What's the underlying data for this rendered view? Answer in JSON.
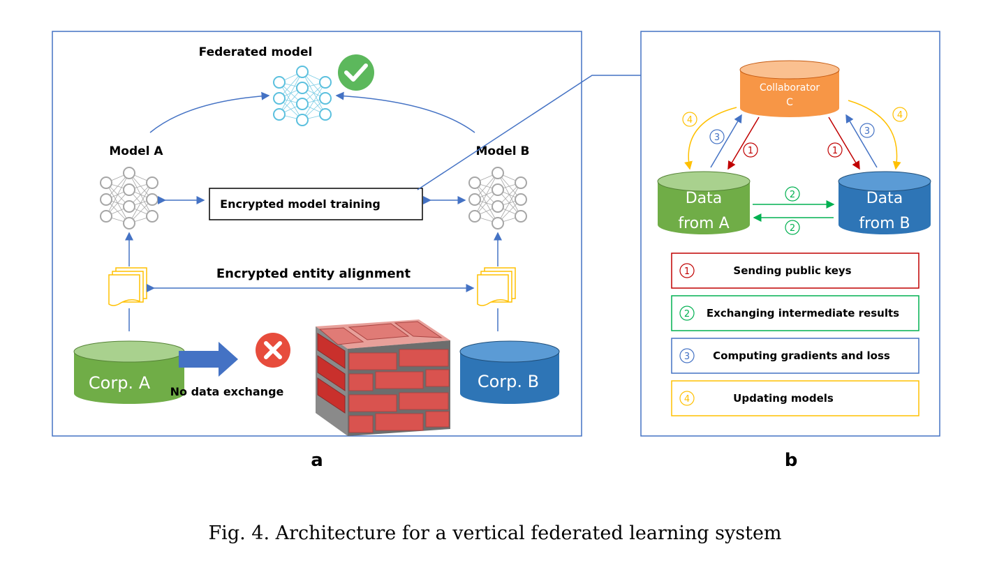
{
  "panel_a": {
    "federated_model_label": "Federated model",
    "model_a_label": "Model A",
    "model_b_label": "Model B",
    "encrypted_training_label": "Encrypted model training",
    "encrypted_alignment_label": "Encrypted entity alignment",
    "corp_a_label": "Corp. A",
    "corp_b_label": "Corp. B",
    "no_exchange_label": "No data exchange",
    "panel_letter": "a"
  },
  "panel_b": {
    "collaborator_line1": "Collaborator",
    "collaborator_line2": "C",
    "data_a_line1": "Data",
    "data_a_line2": "from A",
    "data_b_line1": "Data",
    "data_b_line2": "from B",
    "step_numbers": [
      "1",
      "2",
      "3",
      "4"
    ],
    "legend": [
      {
        "num": "1",
        "text": "Sending public keys"
      },
      {
        "num": "2",
        "text": "Exchanging  intermediate results"
      },
      {
        "num": "3",
        "text": "Computing gradients and loss"
      },
      {
        "num": "4",
        "text": "Updating models"
      }
    ],
    "panel_letter": "b"
  },
  "caption": "Fig. 4.  Architecture for a vertical federated learning system",
  "colors": {
    "frame": "#4472c4",
    "red": "#c00000",
    "green": "#00b050",
    "blue": "#4472c4",
    "yellow": "#ffc000",
    "orange": "#f79646",
    "db_green": "#70ad47",
    "db_blue": "#2e75b6",
    "net": "#a6a6a6",
    "net_fed": "#5bc0de",
    "check": "#5cb85c",
    "cross": "#e74c3c",
    "brick": "#d9534f"
  }
}
